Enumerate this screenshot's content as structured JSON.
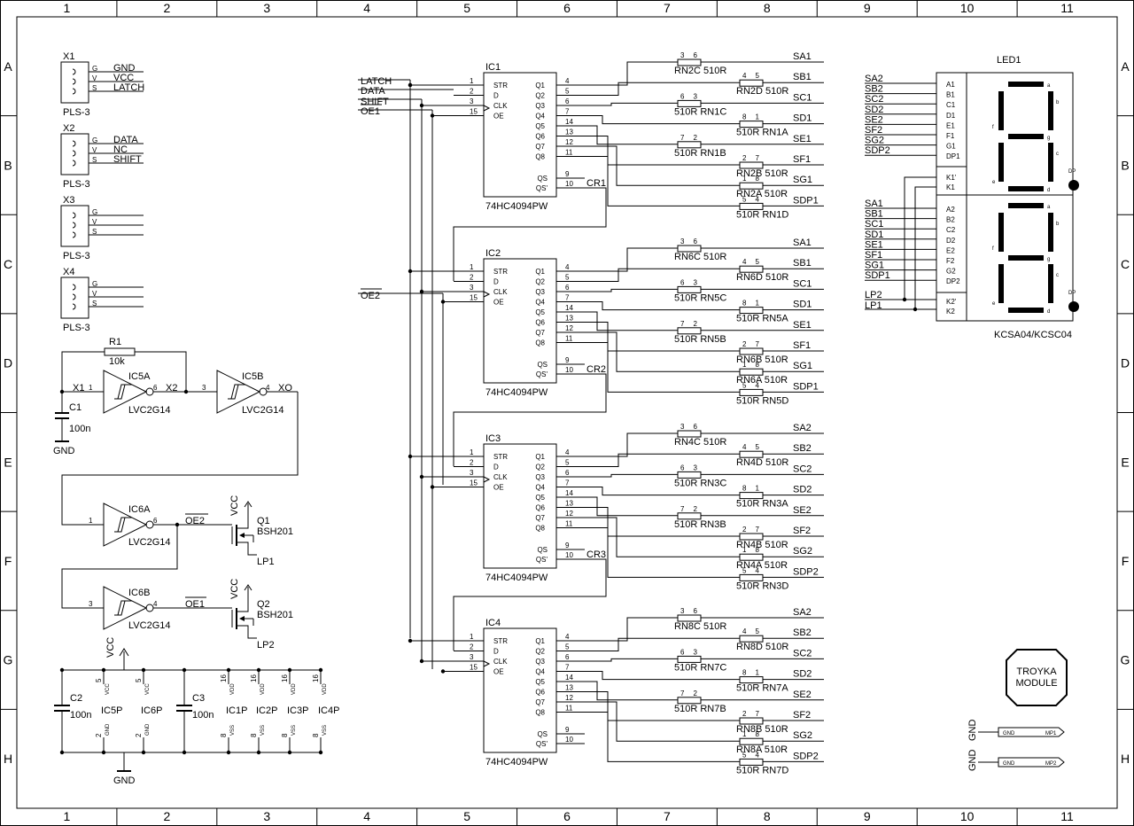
{
  "frame": {
    "cols": [
      "1",
      "2",
      "3",
      "4",
      "5",
      "6",
      "7",
      "8",
      "9",
      "10",
      "11"
    ],
    "rows": [
      "A",
      "B",
      "C",
      "D",
      "E",
      "F",
      "G",
      "H"
    ]
  },
  "connectors": [
    {
      "ref": "X1",
      "type": "PLS-3",
      "pins": [
        "G",
        "V",
        "S"
      ],
      "nets": [
        "GND",
        "VCC",
        "LATCH"
      ]
    },
    {
      "ref": "X2",
      "type": "PLS-3",
      "pins": [
        "G",
        "V",
        "S"
      ],
      "nets": [
        "DATA",
        "NC",
        "SHIFT"
      ]
    },
    {
      "ref": "X3",
      "type": "PLS-3",
      "pins": [
        "G",
        "V",
        "S"
      ],
      "nets": [
        "",
        "",
        ""
      ]
    },
    {
      "ref": "X4",
      "type": "PLS-3",
      "pins": [
        "G",
        "V",
        "S"
      ],
      "nets": [
        "",
        "",
        ""
      ]
    }
  ],
  "oscillator": {
    "r1": "R1",
    "r1_val": "10k",
    "c1": "C1",
    "c1_val": "100n",
    "ic5a": "IC5A",
    "ic5b": "IC5B",
    "part": "LVC2G14",
    "x1": "X1",
    "x2": "X2",
    "xo": "XO",
    "gnd": "GND",
    "pin1": "1",
    "pin6": "6",
    "pin3": "3",
    "pin4": "4"
  },
  "inverters2": {
    "ic6a": "IC6A",
    "ic6b": "IC6B",
    "part": "LVC2G14",
    "oe2": "OE2",
    "oe1": "OE1",
    "pin1": "1",
    "pin6": "6",
    "pin3": "3",
    "pin4": "4"
  },
  "mosfets": [
    {
      "ref": "Q1",
      "part": "BSH201",
      "vcc": "VCC",
      "out": "LP1"
    },
    {
      "ref": "Q2",
      "part": "BSH201",
      "vcc": "VCC",
      "out": "LP2"
    }
  ],
  "power": {
    "vcc": "VCC",
    "gnd": "GND",
    "c2": "C2",
    "c2_val": "100n",
    "c3": "C3",
    "c3_val": "100n",
    "parts": [
      {
        "ref": "IC5P",
        "top": "5",
        "topnet": "VCC",
        "bot": "2",
        "botnet": "GND"
      },
      {
        "ref": "IC6P",
        "top": "5",
        "topnet": "VCC",
        "bot": "2",
        "botnet": "GND"
      },
      {
        "ref": "IC1P",
        "top": "16",
        "topnet": "VDD",
        "bot": "8",
        "botnet": "VSS"
      },
      {
        "ref": "IC2P",
        "top": "16",
        "topnet": "VDD",
        "bot": "8",
        "botnet": "VSS"
      },
      {
        "ref": "IC3P",
        "top": "16",
        "topnet": "VDD",
        "bot": "8",
        "botnet": "VSS"
      },
      {
        "ref": "IC4P",
        "top": "16",
        "topnet": "VDD",
        "bot": "8",
        "botnet": "VSS"
      }
    ]
  },
  "inputs": {
    "latch": "LATCH",
    "data": "DATA",
    "shift": "SHIFT",
    "oe1": "OE1",
    "oe2": "OE2"
  },
  "shift_regs": [
    {
      "ref": "IC1",
      "part": "74HC4094PW",
      "cr": "CR1",
      "res": [
        [
          "RN2C 510R",
          "3",
          "6",
          "SA1"
        ],
        [
          "RN2D 510R",
          "4",
          "5",
          "SB1"
        ],
        [
          "510R RN1C",
          "6",
          "3",
          "SC1"
        ],
        [
          "510R RN1A",
          "8",
          "1",
          "SD1"
        ],
        [
          "510R RN1B",
          "7",
          "2",
          "SE1"
        ],
        [
          "RN2B 510R",
          "2",
          "7",
          "SF1"
        ],
        [
          "RN2A 510R",
          "1",
          "8",
          "SG1"
        ],
        [
          "510R RN1D",
          "5",
          "4",
          "SDP1"
        ]
      ]
    },
    {
      "ref": "IC2",
      "part": "74HC4094PW",
      "cr": "CR2",
      "res": [
        [
          "RN6C 510R",
          "3",
          "6",
          "SA1"
        ],
        [
          "RN6D 510R",
          "4",
          "5",
          "SB1"
        ],
        [
          "510R RN5C",
          "6",
          "3",
          "SC1"
        ],
        [
          "510R RN5A",
          "8",
          "1",
          "SD1"
        ],
        [
          "510R RN5B",
          "7",
          "2",
          "SE1"
        ],
        [
          "RN6B 510R",
          "2",
          "7",
          "SF1"
        ],
        [
          "RN6A 510R",
          "1",
          "8",
          "SG1"
        ],
        [
          "510R RN5D",
          "5",
          "4",
          "SDP1"
        ]
      ]
    },
    {
      "ref": "IC3",
      "part": "74HC4094PW",
      "cr": "CR3",
      "res": [
        [
          "RN4C 510R",
          "3",
          "6",
          "SA2"
        ],
        [
          "RN4D 510R",
          "4",
          "5",
          "SB2"
        ],
        [
          "510R RN3C",
          "6",
          "3",
          "SC2"
        ],
        [
          "510R RN3A",
          "8",
          "1",
          "SD2"
        ],
        [
          "510R RN3B",
          "7",
          "2",
          "SE2"
        ],
        [
          "RN4B 510R",
          "2",
          "7",
          "SF2"
        ],
        [
          "RN4A 510R",
          "1",
          "8",
          "SG2"
        ],
        [
          "510R RN3D",
          "5",
          "4",
          "SDP2"
        ]
      ]
    },
    {
      "ref": "IC4",
      "part": "74HC4094PW",
      "cr": "",
      "res": [
        [
          "RN8C 510R",
          "3",
          "6",
          "SA2"
        ],
        [
          "RN8D 510R",
          "4",
          "5",
          "SB2"
        ],
        [
          "510R RN7C",
          "6",
          "3",
          "SC2"
        ],
        [
          "510R RN7A",
          "8",
          "1",
          "SD2"
        ],
        [
          "510R RN7B",
          "7",
          "2",
          "SE2"
        ],
        [
          "RN8B 510R",
          "2",
          "7",
          "SF2"
        ],
        [
          "RN8A 510R",
          "1",
          "8",
          "SG2"
        ],
        [
          "510R RN7D",
          "5",
          "4",
          "SDP2"
        ]
      ]
    }
  ],
  "ic_pins": {
    "left": [
      [
        "STR",
        "1"
      ],
      [
        "D",
        "2"
      ],
      [
        "CLK",
        "3"
      ],
      [
        "OE",
        "15"
      ]
    ],
    "right": [
      [
        "Q1",
        "4"
      ],
      [
        "Q2",
        "5"
      ],
      [
        "Q3",
        "6"
      ],
      [
        "Q4",
        "7"
      ],
      [
        "Q5",
        "14"
      ],
      [
        "Q6",
        "13"
      ],
      [
        "Q7",
        "12"
      ],
      [
        "Q8",
        "11"
      ]
    ],
    "qs": [
      [
        "QS",
        "9"
      ],
      [
        "QS'",
        "10"
      ]
    ]
  },
  "led": {
    "ref": "LED1",
    "part": "KCSA04/KCSC04",
    "top_nets": [
      "SA2",
      "SB2",
      "SC2",
      "SD2",
      "SE2",
      "SF2",
      "SG2",
      "SDP2"
    ],
    "top_pins": [
      "A1",
      "B1",
      "C1",
      "D1",
      "E1",
      "F1",
      "G1",
      "DP1"
    ],
    "k_pins_top": [
      "K1'",
      "K1"
    ],
    "bot_nets": [
      "SA1",
      "SB1",
      "SC1",
      "SD1",
      "SE1",
      "SF1",
      "SG1",
      "SDP1"
    ],
    "bot_pins": [
      "A2",
      "B2",
      "C2",
      "D2",
      "E2",
      "F2",
      "G2",
      "DP2"
    ],
    "k_pins_bot": [
      "K2'",
      "K2"
    ],
    "lp": [
      "LP2",
      "LP1"
    ],
    "seg_labels": [
      "a",
      "b",
      "c",
      "d",
      "e",
      "f",
      "g"
    ],
    "dp": "DP"
  },
  "logo": {
    "line1": "TROYKA",
    "line2": "MODULE"
  },
  "mounts": [
    {
      "net": "GND",
      "label": "GND",
      "ref": "MP1"
    },
    {
      "net": "GND",
      "label": "GND",
      "ref": "MP2"
    }
  ]
}
